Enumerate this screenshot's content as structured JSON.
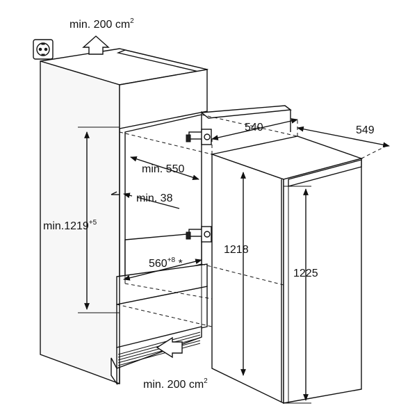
{
  "labels": {
    "vent_top": "min. 200 cm",
    "vent_top_sup": "2",
    "vent_bottom": "min. 200 cm",
    "vent_bottom_sup": "2",
    "depth_540": "540",
    "depth_549": "549",
    "min_550": "min. 550",
    "min_38": "min. 38",
    "niche_height": "min.1219",
    "niche_height_sup": "+5",
    "niche_width": "560",
    "niche_width_sup": "+8",
    "niche_width_note": " *",
    "height_1218": "1218",
    "height_1225": "1225"
  },
  "icons": {
    "socket": "power-socket-icon",
    "vent_arrow_up": "airflow-up-arrow-icon",
    "vent_arrow_in": "airflow-in-arrow-icon"
  }
}
